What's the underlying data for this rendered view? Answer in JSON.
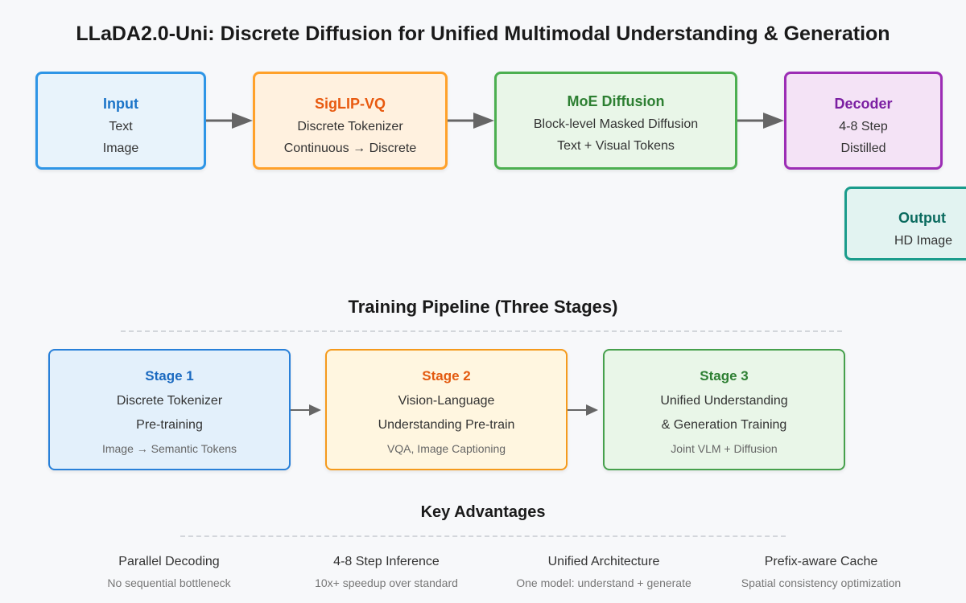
{
  "title": "LLaDA2.0-Uni: Discrete Diffusion for Unified Multimodal Understanding & Generation",
  "architecture": {
    "input": {
      "heading": "Input",
      "lines": [
        "Text",
        "Image"
      ]
    },
    "tokenizer": {
      "heading": "SigLIP-VQ",
      "lines": [
        "Discrete Tokenizer",
        "Continuous → Discrete"
      ]
    },
    "moe": {
      "heading": "MoE Diffusion",
      "lines": [
        "Block-level Masked Diffusion",
        "Text + Visual Tokens"
      ]
    },
    "decoder": {
      "heading": "Decoder",
      "lines": [
        "4-8 Step",
        "Distilled"
      ]
    },
    "output": {
      "heading": "Output",
      "lines": [
        "HD Image"
      ]
    }
  },
  "training": {
    "title": "Training Pipeline (Three Stages)",
    "stages": [
      {
        "heading": "Stage 1",
        "lines": [
          "Discrete Tokenizer",
          "Pre-training"
        ],
        "note": "Image → Semantic Tokens"
      },
      {
        "heading": "Stage 2",
        "lines": [
          "Vision-Language",
          "Understanding Pre-train"
        ],
        "note": "VQA, Image Captioning"
      },
      {
        "heading": "Stage 3",
        "lines": [
          "Unified Understanding",
          "& Generation Training"
        ],
        "note": "Joint VLM + Diffusion"
      }
    ]
  },
  "advantages": {
    "title": "Key Advantages",
    "items": [
      {
        "title": "Parallel Decoding",
        "desc": "No sequential bottleneck"
      },
      {
        "title": "4-8 Step Inference",
        "desc": "10x+ speedup over standard"
      },
      {
        "title": "Unified Architecture",
        "desc": "One model: understand + generate"
      },
      {
        "title": "Prefix-aware Cache",
        "desc": "Spatial consistency optimization"
      }
    ]
  },
  "colors": {
    "input": "#2e95e6",
    "tokenizer": "#ffa12a",
    "moe": "#4caf50",
    "decoder": "#9c2db5",
    "output": "#1a9c8c",
    "arrow": "#666666"
  }
}
